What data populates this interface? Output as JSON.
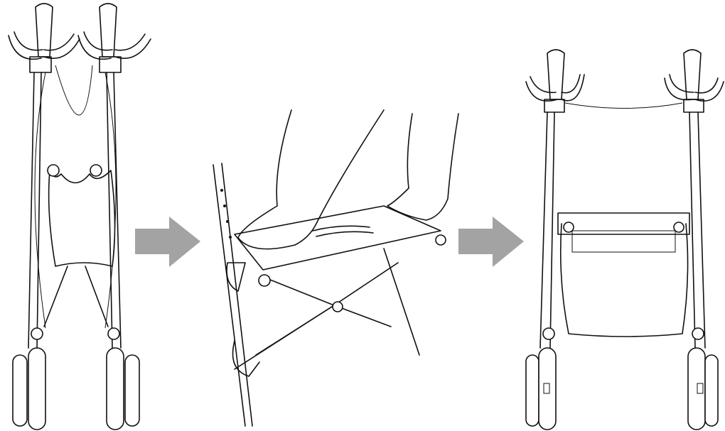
{
  "diagram": {
    "steps": [
      "folded",
      "press-seat-down",
      "unfolded"
    ],
    "colors": {
      "line": "#111111",
      "arrow": "#a3a3a3",
      "background": "#ffffff"
    }
  }
}
